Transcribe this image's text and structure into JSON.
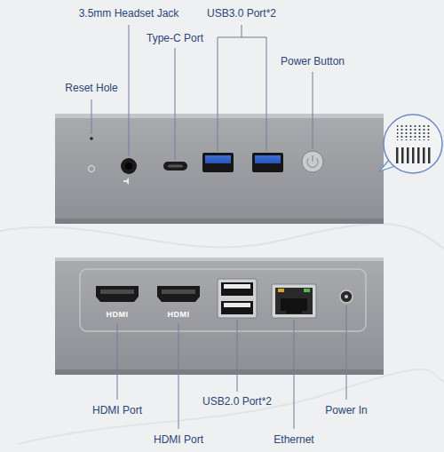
{
  "diagram": {
    "labels": [
      "3.5mm Headset Jack",
      "USB3.0 Port*2",
      "Type-C Port",
      "Power Button",
      "Reset Hole",
      "HDMI",
      "HDMI",
      "HDMI Port",
      "USB2.0 Port*2",
      "Power In",
      "HDMI Port",
      "Ethernet"
    ]
  }
}
